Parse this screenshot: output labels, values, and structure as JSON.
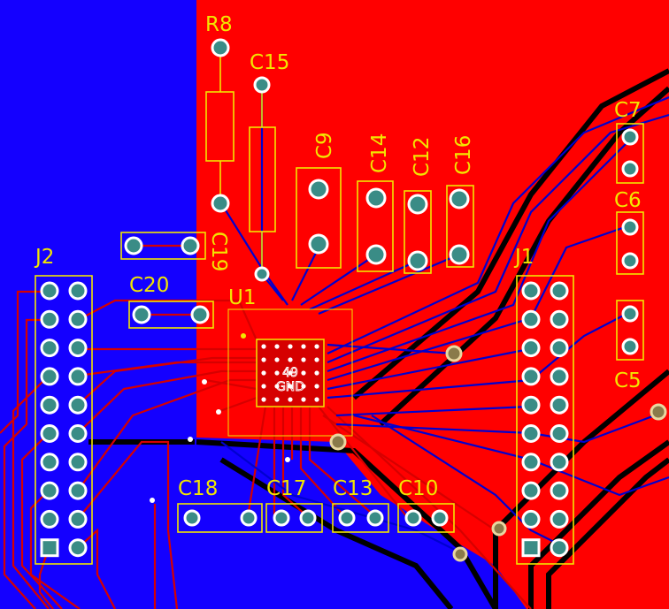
{
  "board": {
    "colors": {
      "blue_plane": "#1400ff",
      "red_plane": "#ff0000",
      "silk": "#f2e600",
      "pad": "#3a8c86"
    },
    "labels": {
      "r8": "R8",
      "c15": "C15",
      "c9": "C9",
      "c14": "C14",
      "c12": "C12",
      "c16": "C16",
      "c7": "C7",
      "c6": "C6",
      "c5": "C5",
      "c19": "C19",
      "c20": "C20",
      "u1": "U1",
      "j2": "J2",
      "j1": "J1",
      "c18": "C18",
      "c17": "C17",
      "c13": "C13",
      "c10": "C10"
    },
    "ic_pad_text": {
      "number": "49",
      "net": "GND"
    }
  }
}
